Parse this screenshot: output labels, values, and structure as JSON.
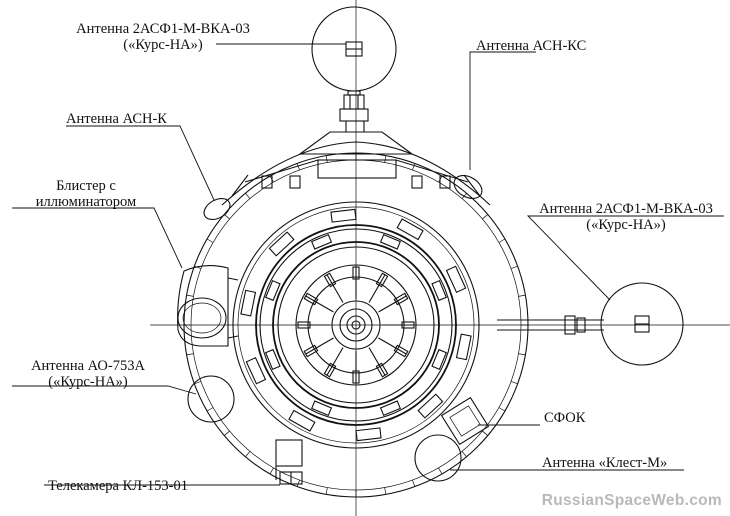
{
  "labels": {
    "kurs_top_name": "Антенна 2АСФ1-М-ВКА-03",
    "kurs_top_sub": "(«Курс-НА»)",
    "asn_ks": "Антенна АСН-КС",
    "asn_k": "Антенна АСН-К",
    "blister_line1": "Блистер с",
    "blister_line2": "иллюминатором",
    "kurs_right_name": "Антенна 2АСФ1-М-ВКА-03",
    "kurs_right_sub": "(«Курс-НА»)",
    "ao_name": "Антенна АО-753А",
    "ao_sub": "(«Курс-НА»)",
    "sfok": "СФОК",
    "klest": "Антенна «Клест-М»",
    "camera": "Телекамера КЛ-153-01"
  },
  "watermark": "RussianSpaceWeb.com"
}
